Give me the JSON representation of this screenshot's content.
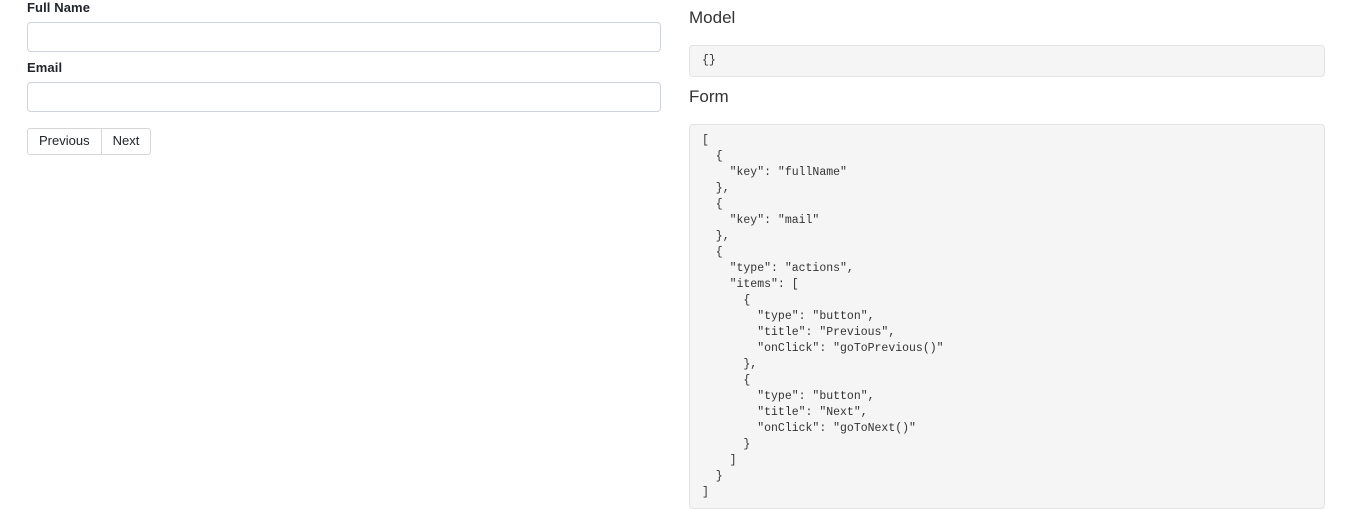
{
  "form_pane": {
    "fields": [
      {
        "label": "Full Name",
        "value": "",
        "placeholder": ""
      },
      {
        "label": "Email",
        "value": "",
        "placeholder": ""
      }
    ],
    "actions": {
      "previous_label": "Previous",
      "next_label": "Next"
    }
  },
  "debug_pane": {
    "model": {
      "heading": "Model",
      "code": "{}"
    },
    "form": {
      "heading": "Form",
      "code": "[\n  {\n    \"key\": \"fullName\"\n  },\n  {\n    \"key\": \"mail\"\n  },\n  {\n    \"type\": \"actions\",\n    \"items\": [\n      {\n        \"type\": \"button\",\n        \"title\": \"Previous\",\n        \"onClick\": \"goToPrevious()\"\n      },\n      {\n        \"type\": \"button\",\n        \"title\": \"Next\",\n        \"onClick\": \"goToNext()\"\n      }\n    ]\n  }\n]"
    }
  },
  "colors": {
    "page_background": "#ffffff",
    "input_border": "#ced4da",
    "code_background": "#f5f5f5",
    "code_border": "#e3e3e3",
    "text": "#212529",
    "heading": "#333333"
  }
}
